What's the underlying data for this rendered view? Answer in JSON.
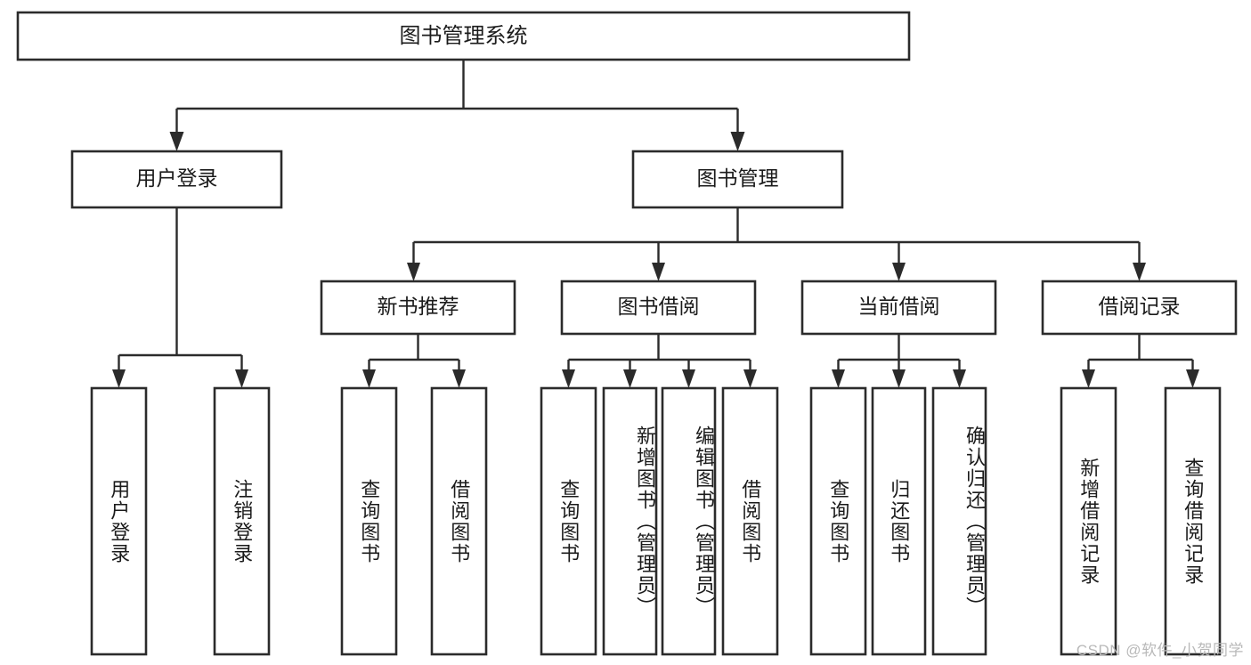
{
  "diagram": {
    "title": "图书管理系统",
    "type": "hierarchy-tree",
    "watermark": "CSDN @软件_小贺同学",
    "colors": {
      "box_stroke": "#2b2b2b",
      "box_fill": "#ffffff",
      "connector": "#2b2b2b",
      "text": "#1b1b1b",
      "watermark": "#b9b9b9",
      "background": "#ffffff"
    },
    "levels": {
      "root": {
        "label": "图书管理系统"
      },
      "level2": [
        {
          "id": "user-login",
          "label": "用户登录"
        },
        {
          "id": "book-management",
          "label": "图书管理"
        }
      ],
      "level3": [
        {
          "id": "new-book-recommend",
          "label": "新书推荐",
          "parent": "book-management"
        },
        {
          "id": "book-borrow",
          "label": "图书借阅",
          "parent": "book-management"
        },
        {
          "id": "current-borrow",
          "label": "当前借阅",
          "parent": "book-management"
        },
        {
          "id": "borrow-record",
          "label": "借阅记录",
          "parent": "book-management"
        }
      ],
      "leaves": [
        {
          "id": "leaf-user-login",
          "label": "用户登录",
          "parent": "user-login"
        },
        {
          "id": "leaf-logout-login",
          "label": "注销登录",
          "parent": "user-login"
        },
        {
          "id": "leaf-query-book-1",
          "label": "查询图书",
          "parent": "new-book-recommend"
        },
        {
          "id": "leaf-borrow-book-1",
          "label": "借阅图书",
          "parent": "new-book-recommend"
        },
        {
          "id": "leaf-query-book-2",
          "label": "查询图书",
          "parent": "book-borrow"
        },
        {
          "id": "leaf-add-book",
          "label": "新增图书（管理员）",
          "parent": "book-borrow"
        },
        {
          "id": "leaf-edit-book",
          "label": "编辑图书（管理员）",
          "parent": "book-borrow"
        },
        {
          "id": "leaf-borrow-book-2",
          "label": "借阅图书",
          "parent": "book-borrow"
        },
        {
          "id": "leaf-query-book-3",
          "label": "查询图书",
          "parent": "current-borrow"
        },
        {
          "id": "leaf-return-book",
          "label": "归还图书",
          "parent": "current-borrow"
        },
        {
          "id": "leaf-confirm-return",
          "label": "确认归还（管理员）",
          "parent": "current-borrow"
        },
        {
          "id": "leaf-add-record",
          "label": "新增借阅记录",
          "parent": "borrow-record"
        },
        {
          "id": "leaf-query-record",
          "label": "查询借阅记录",
          "parent": "borrow-record"
        }
      ]
    }
  }
}
